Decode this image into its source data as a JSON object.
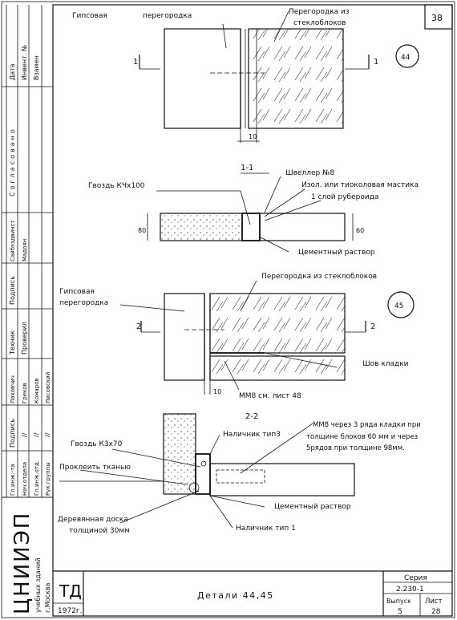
{
  "sheet": {
    "sheet_number": "38",
    "title": "Детали 44,45",
    "series_label": "Серия",
    "series_value": "2.230-1",
    "issue_label": "Выпуск",
    "issue_value": "5",
    "list_label": "Лист",
    "list_value": "28",
    "stamp": "ТД",
    "year": "1972г.",
    "org_name": "ЦНИИЭП",
    "org_sub1": "учебных зданий",
    "org_sub2": "г.Москва"
  },
  "left_margin": {
    "top_labels": [
      "Дата",
      "Инвент. №",
      "Взамен"
    ],
    "agreed": "Согласовано",
    "cols1": [
      "Сайбэздвинст",
      "Мадоян"
    ],
    "sign_label": "Подпись",
    "roles": [
      "Техник",
      "Проверил"
    ],
    "names": [
      "Лаховчич",
      "Греков",
      "Комаров",
      "Лисовский"
    ],
    "sign_label2": "Подпись",
    "ditto": [
      "//",
      "//",
      "//"
    ],
    "positions": [
      "Гл.инж.-та",
      "Нач.отдела",
      "Гл.инж.отд.",
      "Рук.группы"
    ]
  },
  "detail44": {
    "badge": "44",
    "label_gypsum": "Гипсовая",
    "label_partition": "перегородка",
    "label_glass1": "Перегородка из",
    "label_glass2": "стеклоблоков",
    "cut_mark": "1",
    "dim_10": "10"
  },
  "section11": {
    "title": "1-1",
    "nail": "Гвоздь КЧх100",
    "channel": "Швеллер №8",
    "insulation": "Изол. или тиоколовая мастика",
    "roofing": "1 слой рубероида",
    "mortar": "Цементный раствор",
    "dim_left": "80",
    "dim_right": "60"
  },
  "detail45": {
    "badge": "45",
    "label_gypsum": "Гипсовая",
    "label_partition": "перегородка",
    "label_glass": "Перегородка из стеклоблоков",
    "seam": "Шов кладки",
    "rod": "ММ8 см. лист 48",
    "cut_mark": "2",
    "dim_10": "10"
  },
  "section22": {
    "title": "2-2",
    "note1": "ММ8 через 3 ряда кладки при",
    "note2": "толщине блоков 60 мм и через",
    "note3": "5рядов при толщине 98мм.",
    "trim3": "Наличник тип3",
    "nail": "Гвоздь К3х70",
    "glue": "Проклеить тканью",
    "mortar": "Цементный раствор",
    "board1": "Деревянная доска",
    "board2": "толщиной 30мм",
    "trim1": "Наличник тип 1"
  }
}
